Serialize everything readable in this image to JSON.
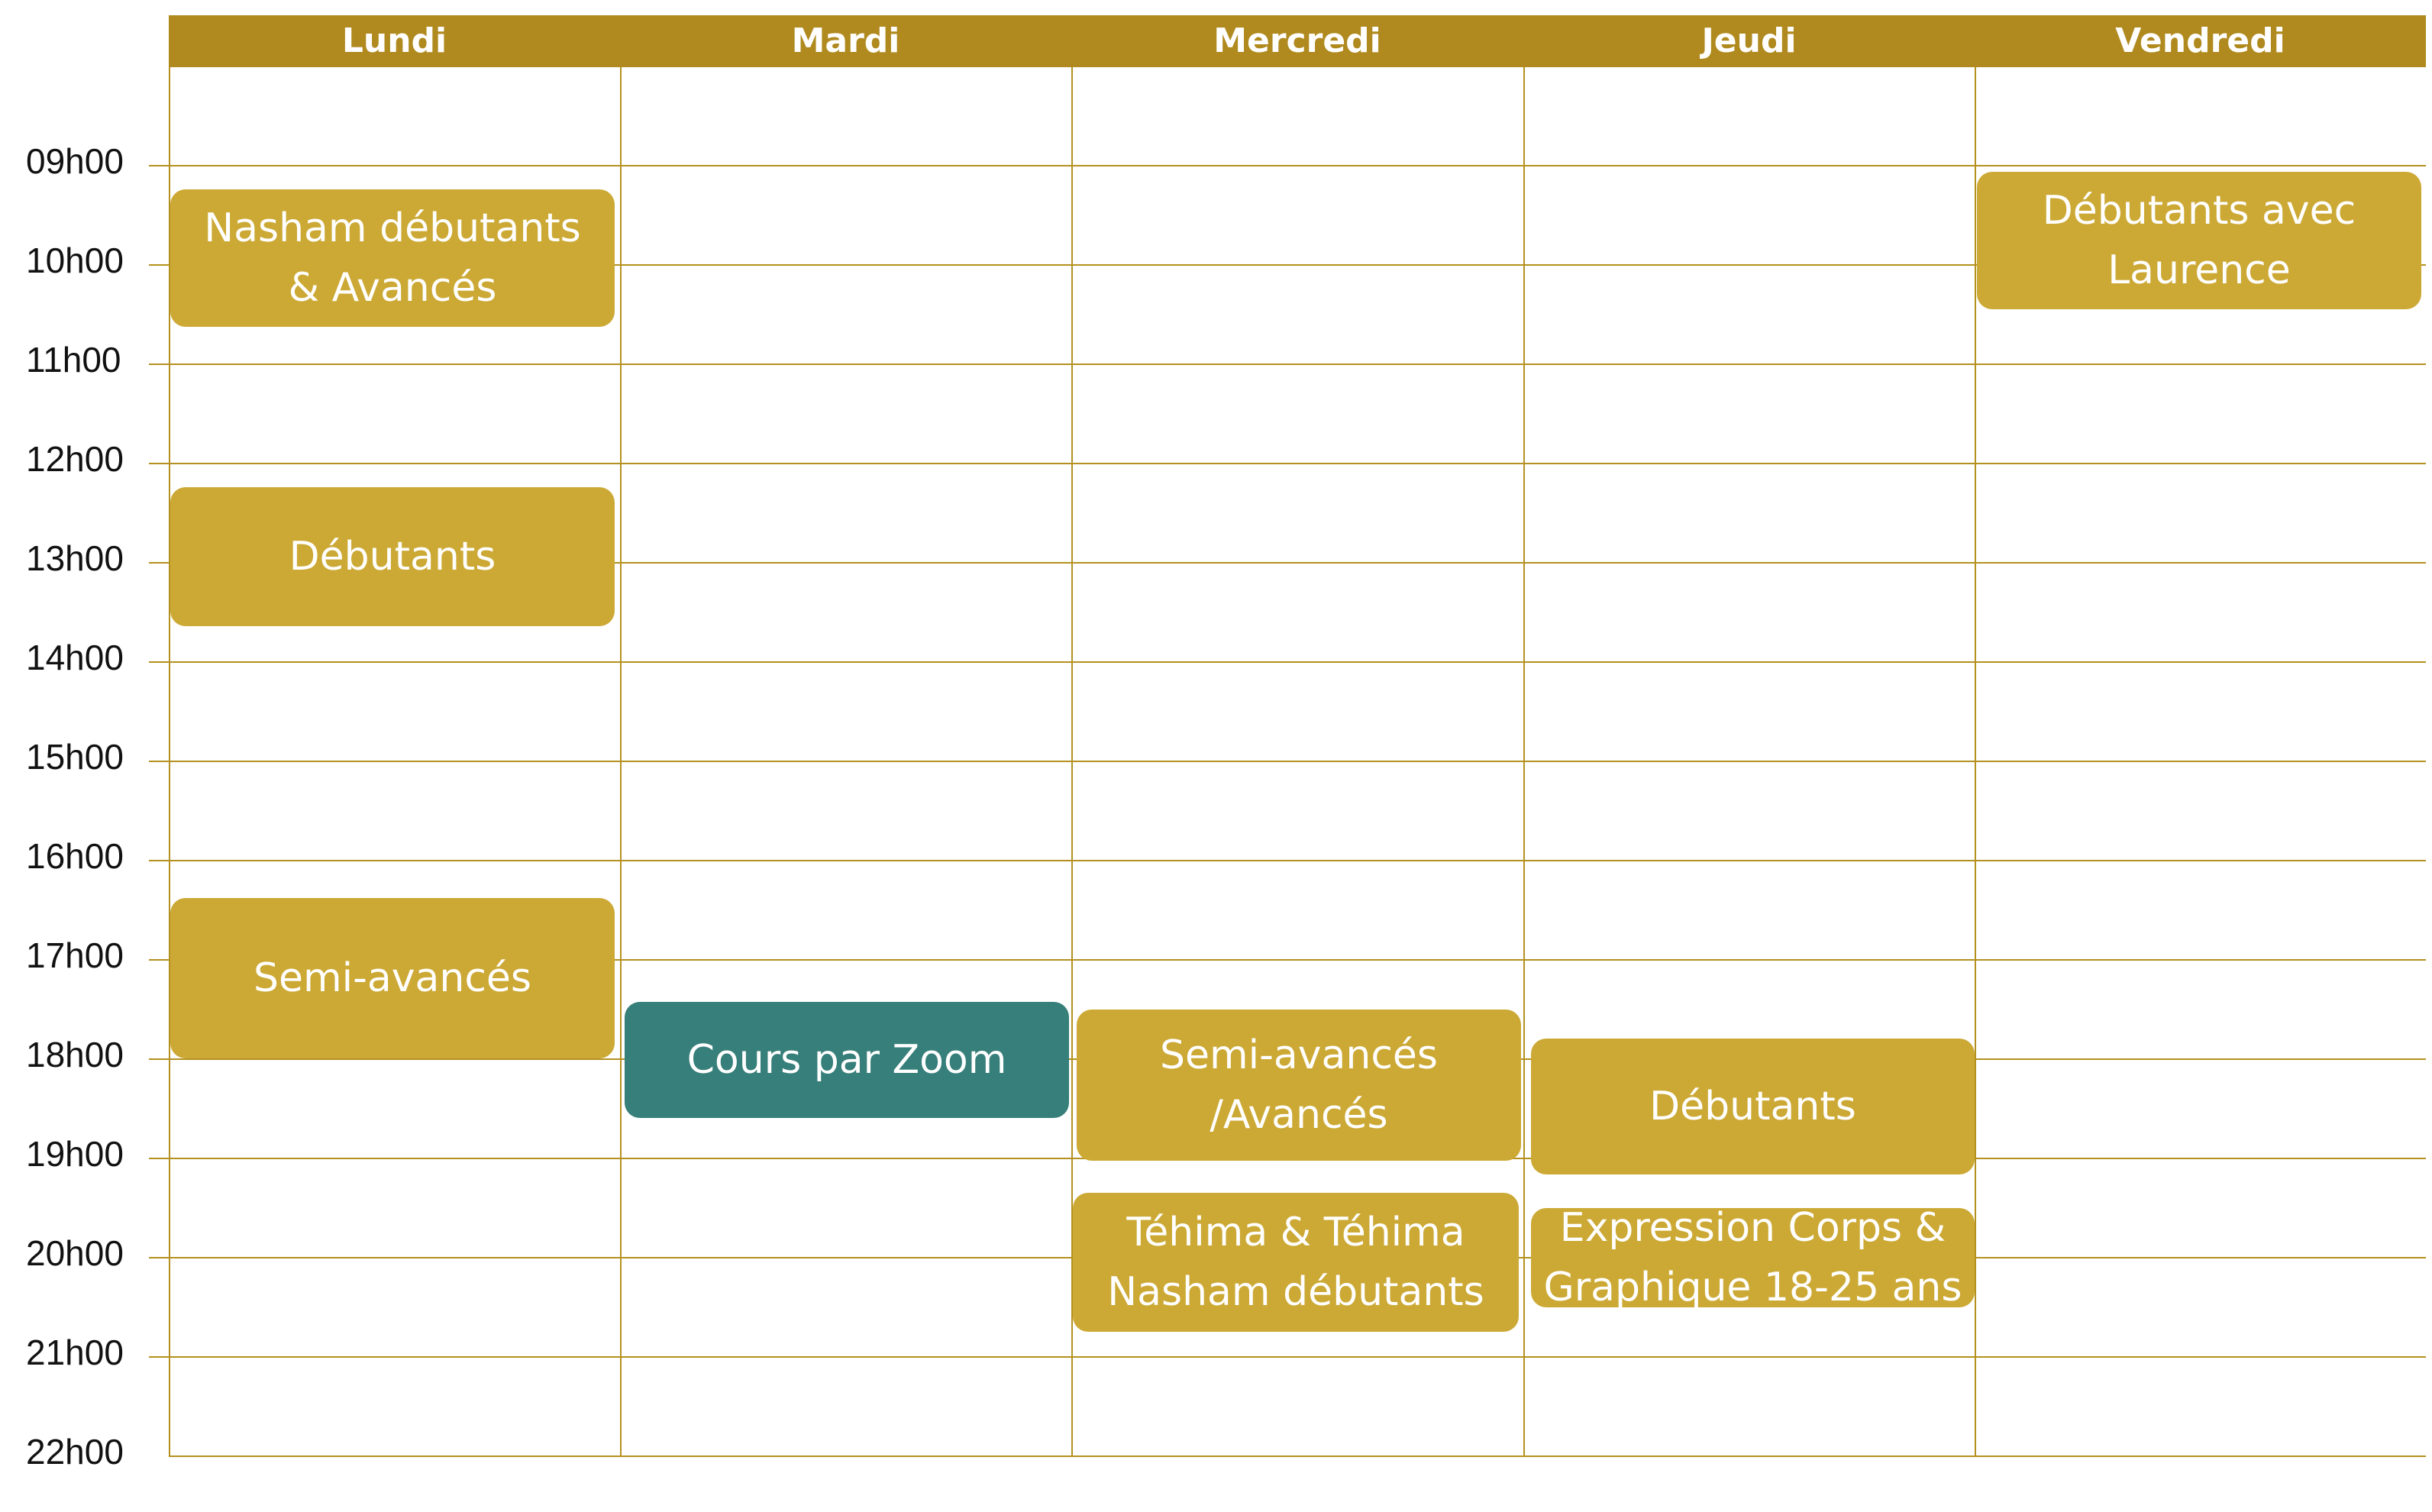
{
  "days": [
    "Lundi",
    "Mardi",
    "Mercredi",
    "Jeudi",
    "Vendredi"
  ],
  "times": [
    "09h00",
    "10h00",
    "11h00",
    "12h00",
    "13h00",
    "14h00",
    "15h00",
    "16h00",
    "17h00",
    "18h00",
    "19h00",
    "20h00",
    "21h00",
    "22h00"
  ],
  "events": [
    {
      "day": "Lundi",
      "label": "Nasham débutants\n& Avancés",
      "color": "#cca935"
    },
    {
      "day": "Lundi",
      "label": "Débutants",
      "color": "#cca935"
    },
    {
      "day": "Lundi",
      "label": "Semi-avancés",
      "color": "#cca935"
    },
    {
      "day": "Mardi",
      "label": "Cours par Zoom",
      "color": "#377f7a"
    },
    {
      "day": "Mercredi",
      "label": "Semi-avancés\n/Avancés",
      "color": "#cca935"
    },
    {
      "day": "Mercredi",
      "label": "Téhima & Téhima\nNasham débutants",
      "color": "#cca935"
    },
    {
      "day": "Jeudi",
      "label": "Débutants",
      "color": "#cca935"
    },
    {
      "day": "Jeudi",
      "label": "Expression Corps &\nGraphique 18-25 ans",
      "color": "#cca935"
    },
    {
      "day": "Vendredi",
      "label": "Débutants avec\nLaurence",
      "color": "#cca935"
    }
  ],
  "colors": {
    "header": "#b08a1e",
    "grid": "#b4911f",
    "event_gold": "#cca935",
    "event_teal": "#377f7a"
  }
}
